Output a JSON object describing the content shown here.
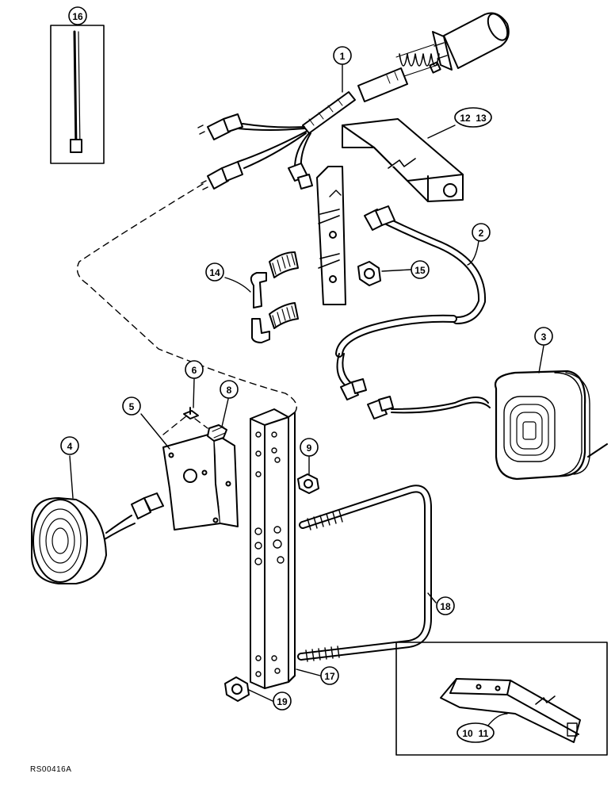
{
  "figure_ref": "RS00416A",
  "callouts": {
    "c1": "1",
    "c2": "2",
    "c3": "3",
    "c4": "4",
    "c5": "5",
    "c6": "6",
    "c8": "8",
    "c9": "9",
    "c12": "12",
    "c13": "13",
    "c14": "14",
    "c15": "15",
    "c16": "16",
    "c17": "17",
    "c18": "18",
    "c19": "19",
    "c10": "10",
    "c11": "11"
  },
  "colors": {
    "ink": "#000000",
    "paper": "#ffffff"
  }
}
